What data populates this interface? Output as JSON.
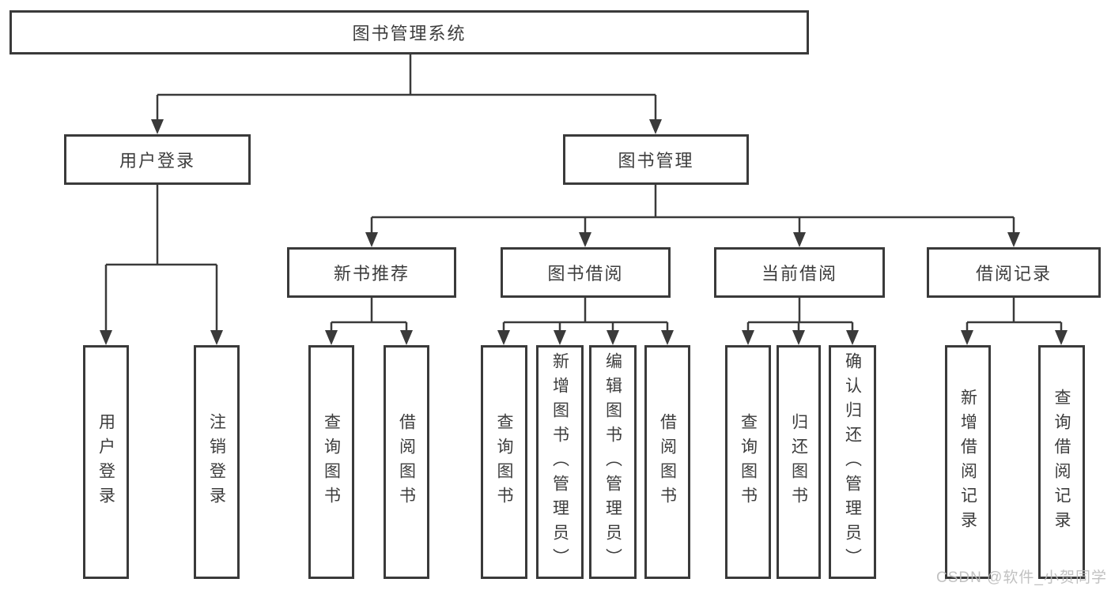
{
  "diagram": {
    "type": "hierarchy-tree",
    "title": "图书管理系统"
  },
  "tree": {
    "label": "图书管理系统",
    "children": [
      {
        "label": "用户登录",
        "children": [
          {
            "label": "用户登录"
          },
          {
            "label": "注销登录"
          }
        ]
      },
      {
        "label": "图书管理",
        "children": [
          {
            "label": "新书推荐",
            "children": [
              {
                "label": "查询图书"
              },
              {
                "label": "借阅图书"
              }
            ]
          },
          {
            "label": "图书借阅",
            "children": [
              {
                "label": "查询图书"
              },
              {
                "label": "新增图书（管理员）"
              },
              {
                "label": "编辑图书（管理员）"
              },
              {
                "label": "借阅图书"
              }
            ]
          },
          {
            "label": "当前借阅",
            "children": [
              {
                "label": "查询图书"
              },
              {
                "label": "归还图书"
              },
              {
                "label": "确认归还（管理员）"
              }
            ]
          },
          {
            "label": "借阅记录",
            "children": [
              {
                "label": "新增借阅记录"
              },
              {
                "label": "查询借阅记录"
              }
            ]
          }
        ]
      }
    ]
  },
  "watermark": {
    "text": "CSDN @软件_小贺同学",
    "color": "#bababa"
  },
  "colors": {
    "line": "#3a3a3a",
    "box_border": "#3a3a3a",
    "text": "#3d3d3d",
    "background": "#ffffff"
  }
}
